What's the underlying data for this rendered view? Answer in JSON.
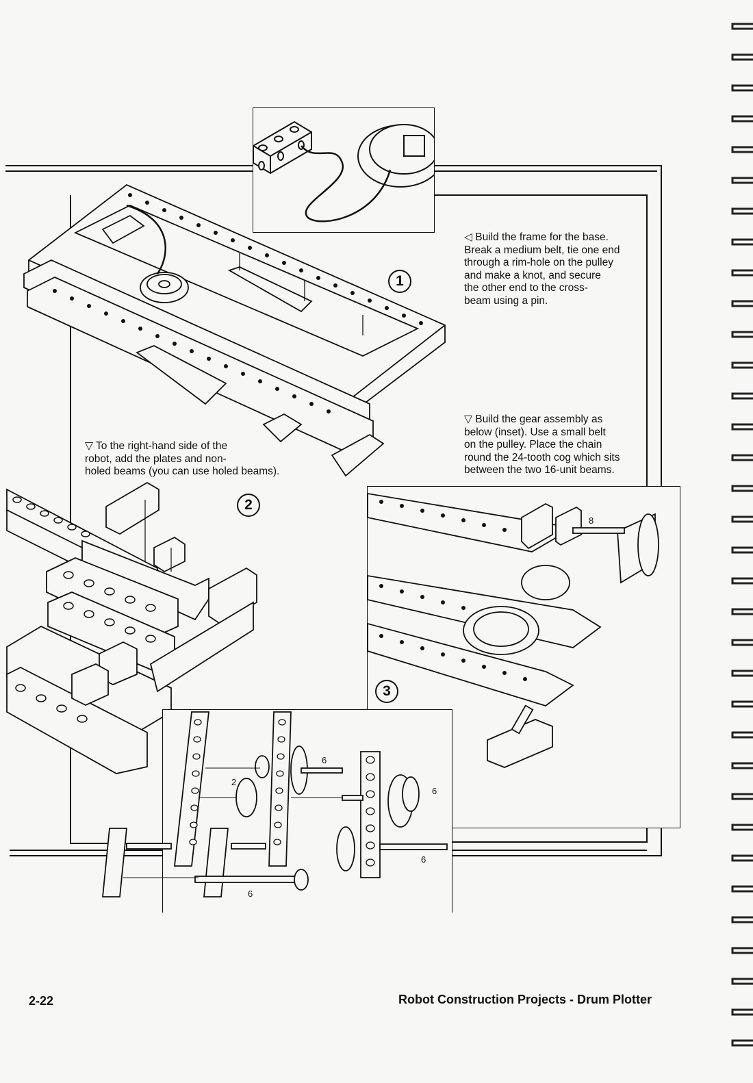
{
  "step1": {
    "number": "1",
    "text_lines": [
      "◁ Build the frame for the base.",
      "Break a medium belt, tie one end",
      "through a rim-hole on the pulley",
      "and make a knot, and secure",
      "the other end to the cross-",
      "beam using a pin."
    ]
  },
  "step2": {
    "number": "2",
    "text_lines": [
      "▽ To the right-hand side of the",
      "robot, add the plates and non-",
      "holed beams (you can use holed beams)."
    ]
  },
  "step3": {
    "number": "3",
    "text_lines": [
      "▽ Build the gear assembly as",
      "below (inset). Use a small belt",
      "on the pulley. Place the chain",
      "round the 24-tooth cog which sits",
      "between the two 16-unit beams."
    ]
  },
  "diagram_labels": {
    "axle_8": "8",
    "axle_2": "2",
    "axle_6a": "6",
    "axle_6b": "6",
    "axle_6c": "6",
    "axle_6d": "6"
  },
  "footer": {
    "page_number": "2-22",
    "section_title": "Robot Construction Projects - Drum Plotter"
  }
}
